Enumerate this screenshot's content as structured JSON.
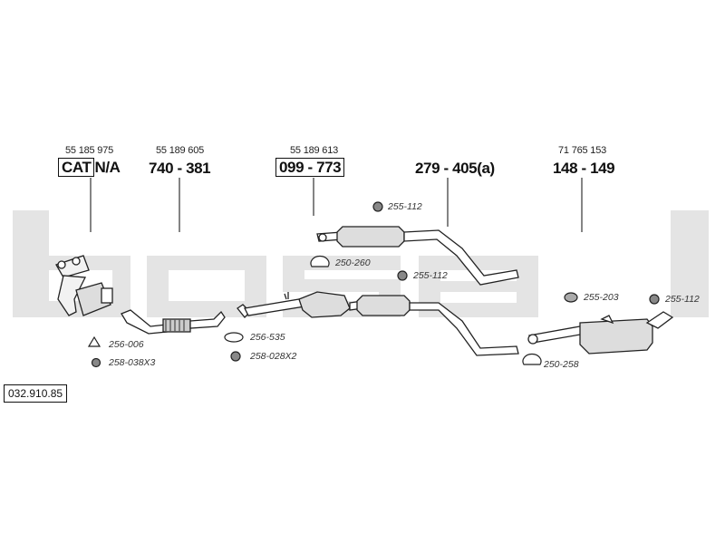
{
  "diagram": {
    "watermark": "bosal",
    "reference_code": "032.910.85",
    "headers": [
      {
        "oem": "55 185 975",
        "part_boxed": "CAT",
        "part_plain": "N/A"
      },
      {
        "oem": "55 189 605",
        "part_plain": "740 - 381"
      },
      {
        "oem": "55 189 613",
        "part_boxed": "099 - 773"
      },
      {
        "oem": "",
        "part_plain": "279 - 405(a)"
      },
      {
        "oem": "71 765 153",
        "part_plain": "148 - 149"
      }
    ],
    "fittings": [
      {
        "code": "256-006"
      },
      {
        "code": "258-038X3"
      },
      {
        "code": "256-535"
      },
      {
        "code": "258-028X2"
      },
      {
        "code": "255-112"
      },
      {
        "code": "250-260"
      },
      {
        "code": "255-112"
      },
      {
        "code": "255-203"
      },
      {
        "code": "255-112"
      },
      {
        "code": "250-258"
      }
    ]
  }
}
